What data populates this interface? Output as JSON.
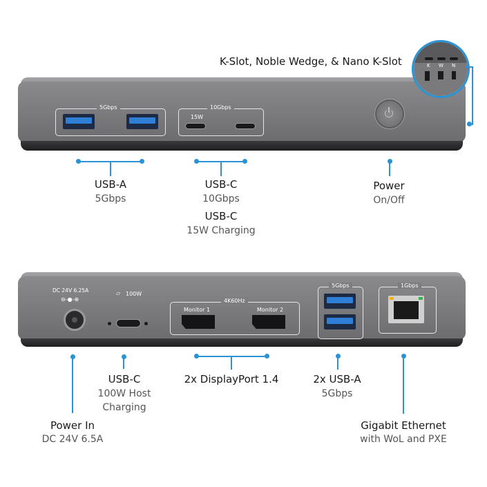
{
  "top_dock": {
    "usba_group_label": "5Gbps",
    "usbc_group_label": "10Gbps",
    "usbc_15w_label": "15W",
    "lock_slot_letters": [
      "K",
      "W",
      "N"
    ]
  },
  "bottom_dock": {
    "dc_label": "DC 24V 6.25A",
    "host_label": "100W",
    "dp_group_label": "4K60Hz",
    "monitor1_label": "Monitor 1",
    "monitor2_label": "Monitor 2",
    "usba_group_label": "5Gbps",
    "ethernet_label": "1Gbps"
  },
  "callouts": {
    "kslot": {
      "title": "K-Slot, Noble Wedge, & Nano K-Slot"
    },
    "usba_front": {
      "title": "USB-A",
      "sub": "5Gbps"
    },
    "usbc_front": {
      "title": "USB-C",
      "sub": "10Gbps",
      "title2": "USB-C",
      "sub2": "15W Charging"
    },
    "power": {
      "title": "Power",
      "sub": "On/Off"
    },
    "usbc_host": {
      "title": "USB-C",
      "sub": "100W Host",
      "sub2": "Charging"
    },
    "displayport": {
      "title": "2x DisplayPort 1.4"
    },
    "usba_rear": {
      "title": "2x USB-A",
      "sub": "5Gbps"
    },
    "power_in": {
      "title": "Power In",
      "sub": "DC 24V 6.5A"
    },
    "ethernet": {
      "title": "Gigabit Ethernet",
      "sub": "with WoL and PXE"
    }
  },
  "colors": {
    "accent": "#2a93d5",
    "usb_blue": "#2f7fd6",
    "dock_gray": "#7a7a7c"
  }
}
